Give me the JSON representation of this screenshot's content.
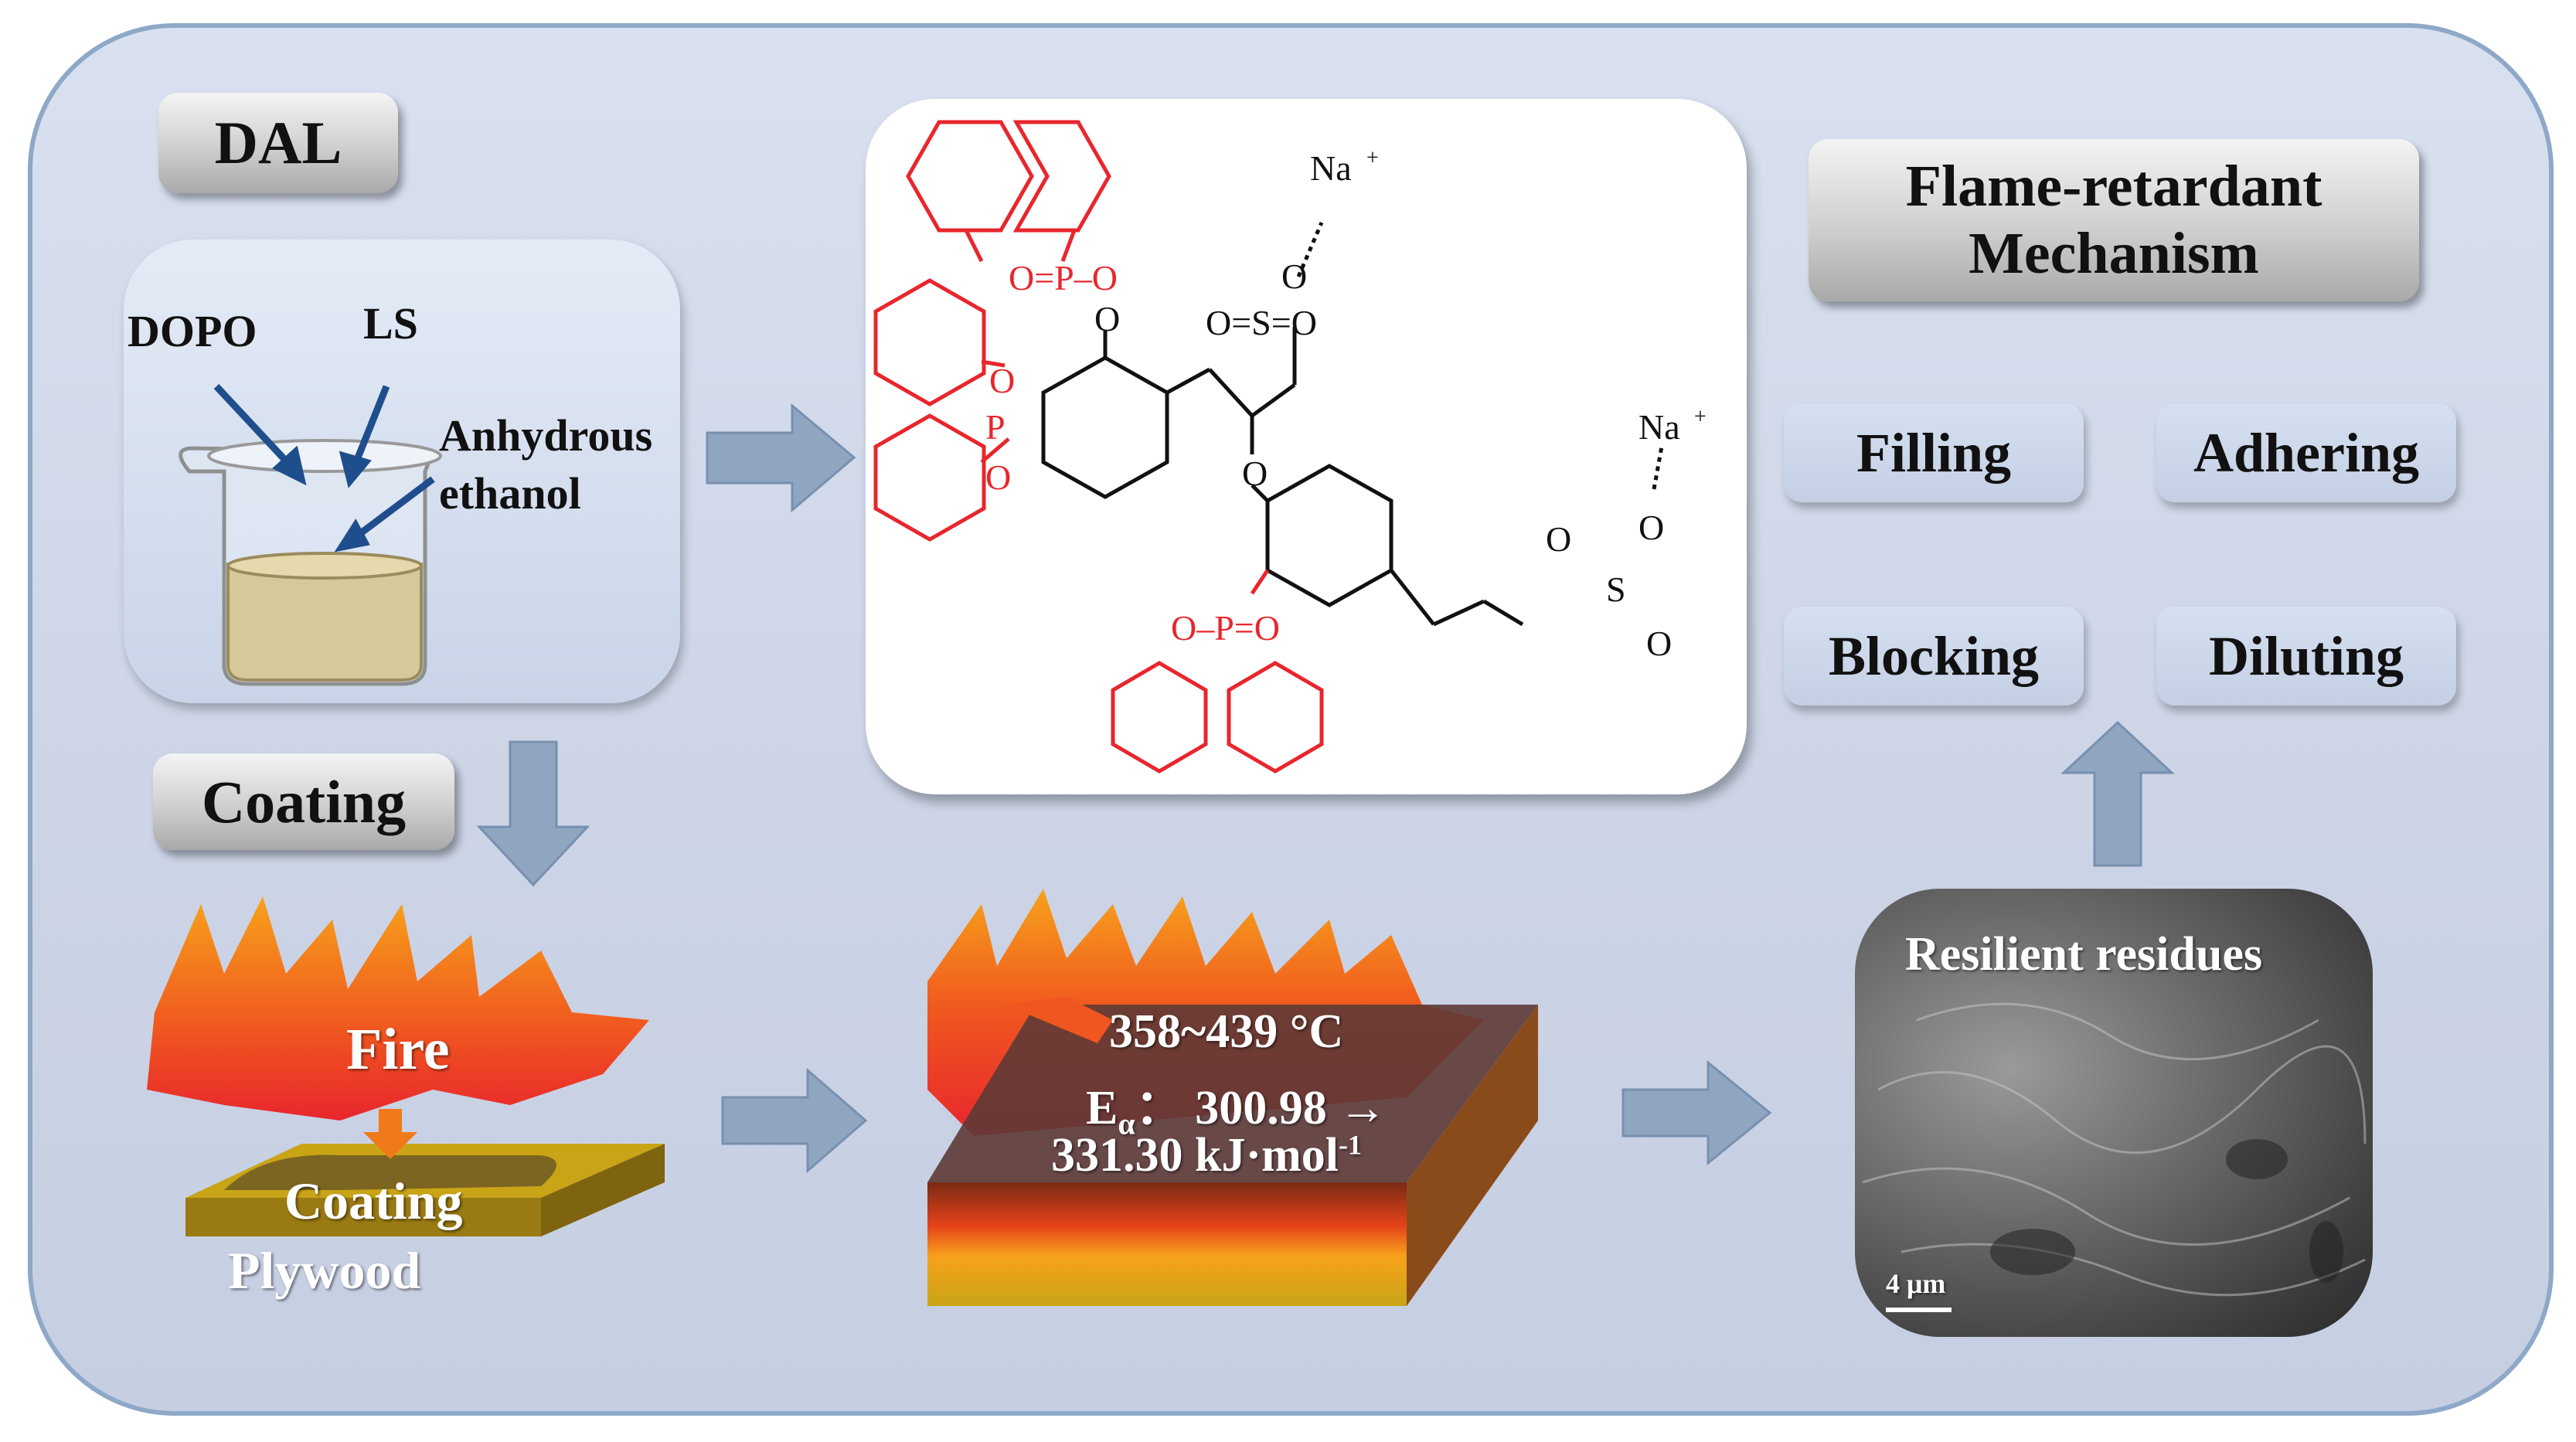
{
  "labels": {
    "dal": "DAL",
    "coating_tag": "Coating",
    "mechanism_title": "Flame-retardant Mechanism",
    "dopo": "DOPO",
    "ls": "LS",
    "anhydrous": "Anhydrous",
    "ethanol": "ethanol",
    "fire": "Fire",
    "coating": "Coating",
    "plywood": "Plywood",
    "temp_range": "358~439 °C",
    "ea_prefix": "E",
    "ea_sub": "α",
    "ea_value": "： 300.98 →",
    "ea_result": "331.30 kJ·mol",
    "ea_exp": "-1",
    "resilient": "Resilient residues",
    "scale_bar": "4 μm"
  },
  "mechanisms": [
    "Filling",
    "Adhering",
    "Blocking",
    "Diluting"
  ],
  "molecule": {
    "na": "Na",
    "plus": "+",
    "o_minus": "-",
    "atoms": {
      "O": "O",
      "P": "P",
      "S": "S",
      "O_eq_P_O": "O=P–O",
      "O_P_eq_O": "O–P=O",
      "O_eq_S_eq_O": "O=S=O"
    }
  },
  "colors": {
    "panel_border": "#8ea8c8",
    "arrow": "#8fa5c0",
    "dopo_red": "#e8262d",
    "fire_orange": "#f07a1a",
    "wood": "#9a7a12"
  }
}
